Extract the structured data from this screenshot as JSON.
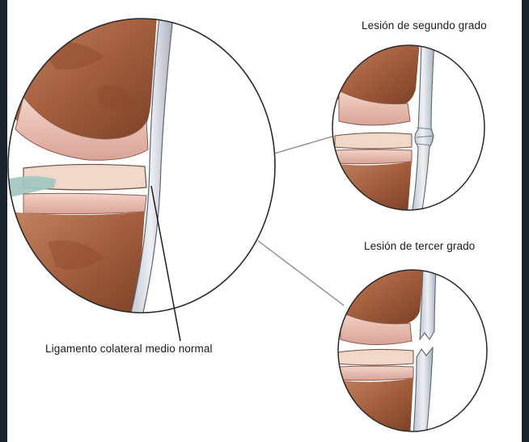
{
  "labels": {
    "second_degree": "Lesión de segundo grado",
    "third_degree": "Lesión de tercer grado",
    "normal_ligament": "Ligamento colateral medio normal"
  },
  "colors": {
    "bone": "#b06a48",
    "bone_dark": "#7a3f25",
    "cartilage": "#e8bcb0",
    "meniscus": "#f1d7c8",
    "ligament": "#d9dde6",
    "outline": "#2a2a2a",
    "frame_border": "#1c2430"
  },
  "icons": {
    "main": "knee-joint-illustration",
    "second": "partial-tear-illustration",
    "third": "complete-tear-illustration"
  }
}
